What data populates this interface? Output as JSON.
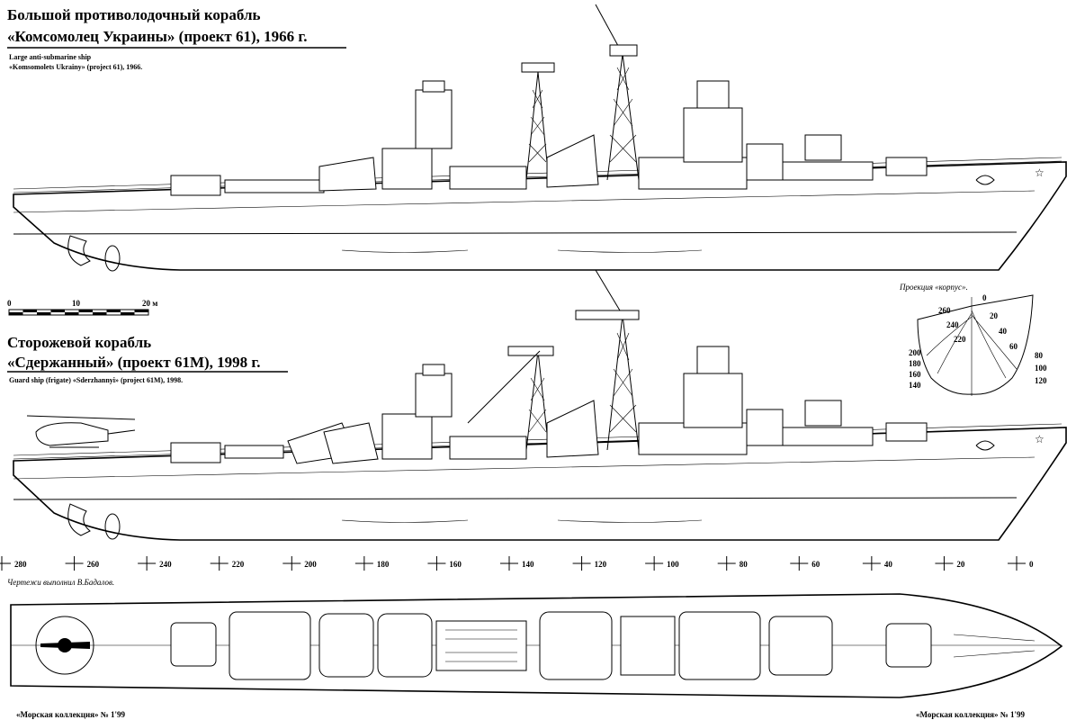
{
  "ship1": {
    "title_line1": "Большой противолодочный корабль",
    "title_line2": "«Комсомолец Украины» (проект 61), 1966 г.",
    "subtitle_line1": "Large anti-submarine ship",
    "subtitle_line2": "«Komsomolets Ukrainy» (project 61), 1966."
  },
  "scale_bar": {
    "label_0": "0",
    "label_10": "10",
    "label_20": "20 м"
  },
  "ship2": {
    "title_line1": "Сторожевой корабль",
    "title_line2": "«Сдержанный» (проект 61М), 1998 г.",
    "subtitle": "Guard ship (frigate) «Sderzhannyi» (project 61M), 1998."
  },
  "body_plan": {
    "title": "Проекция «корпус».",
    "stations_left": [
      "260",
      "240",
      "220",
      "200",
      "180",
      "160",
      "140"
    ],
    "stations_right": [
      "0",
      "20",
      "40",
      "60",
      "80",
      "100",
      "120"
    ]
  },
  "frame_scale": {
    "ticks": [
      "280",
      "260",
      "240",
      "220",
      "200",
      "180",
      "160",
      "140",
      "120",
      "100",
      "80",
      "60",
      "40",
      "20",
      "0"
    ]
  },
  "credit": "Чертежи выполнил В.Бадалов.",
  "footer": {
    "left": "«Морская коллекция» № 1'99",
    "right": "«Морская коллекция» № 1'99"
  }
}
